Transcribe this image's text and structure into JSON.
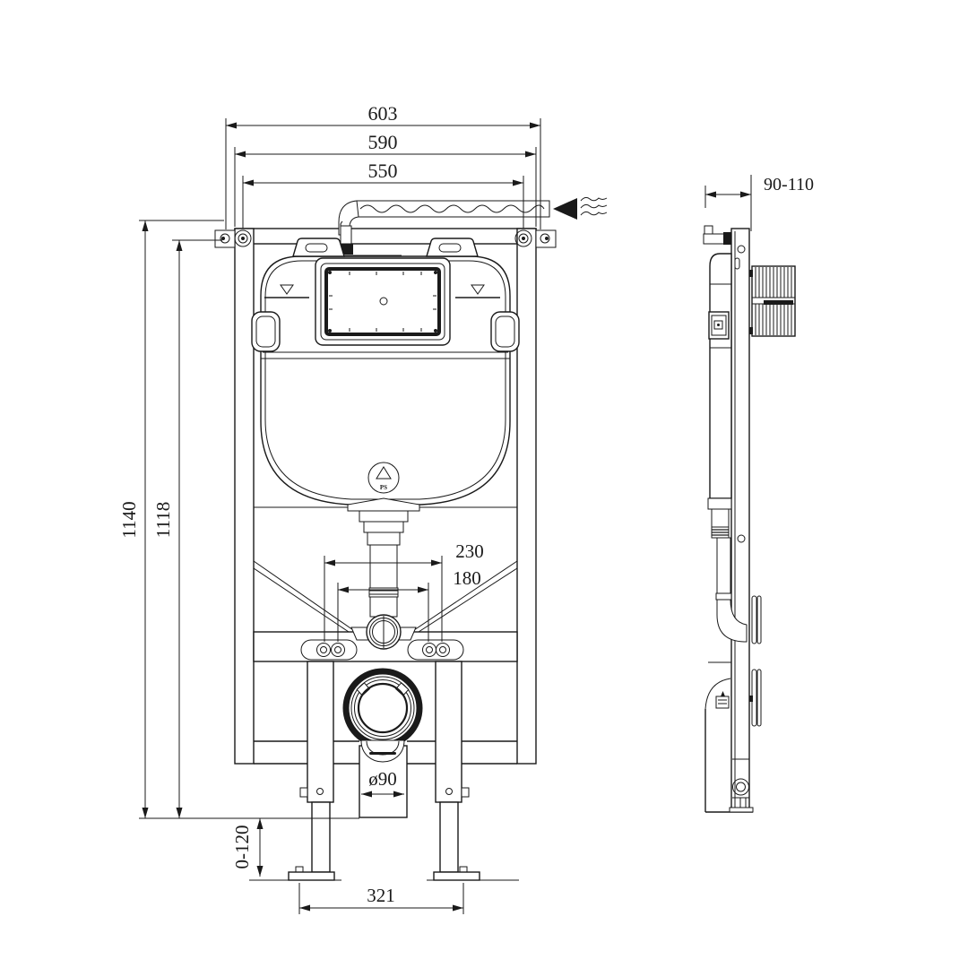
{
  "drawing": {
    "front": {
      "dim_width_overall": "603",
      "dim_width_frame": "590",
      "dim_width_bolts": "550",
      "dim_height_overall": "1140",
      "dim_height_frame": "1118",
      "dim_fixing_outer": "230",
      "dim_fixing_inner": "180",
      "dim_outlet_diameter": "ø90",
      "dim_foot_adjust": "0-120",
      "dim_feet_span": "321",
      "material_mark": "PS"
    },
    "side": {
      "dim_depth": "90-110"
    },
    "colors": {
      "line": "#1a1a1a",
      "background": "#ffffff"
    }
  }
}
